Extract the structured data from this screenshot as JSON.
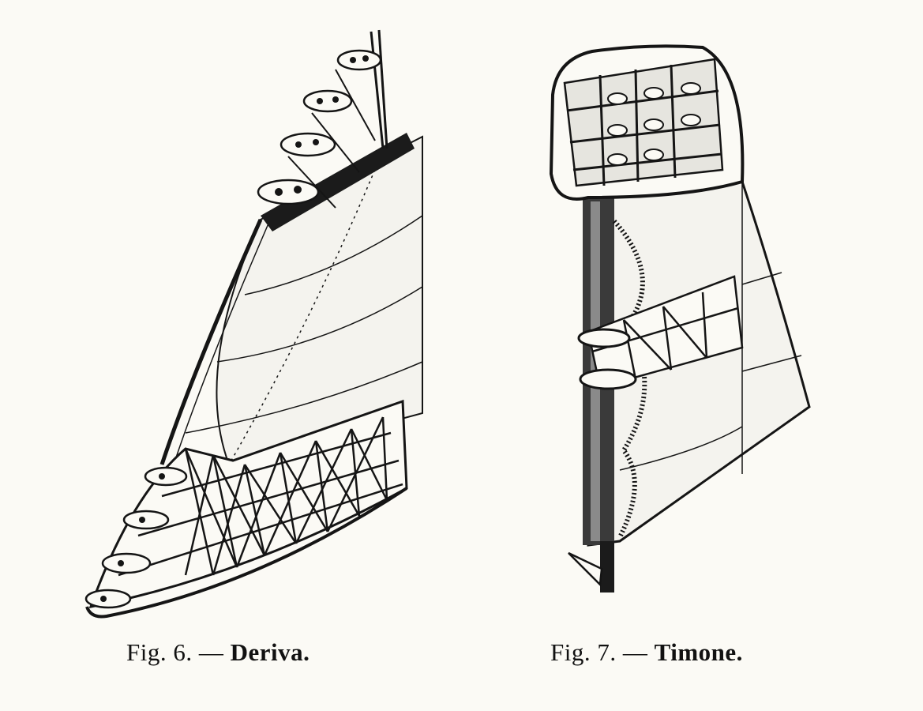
{
  "figures": [
    {
      "label": "Fig. 6.",
      "dash": "—",
      "title": "Deriva."
    },
    {
      "label": "Fig. 7.",
      "dash": "—",
      "title": "Timone."
    }
  ],
  "colors": {
    "paper": "#fbfaf5",
    "ink": "#151515"
  }
}
